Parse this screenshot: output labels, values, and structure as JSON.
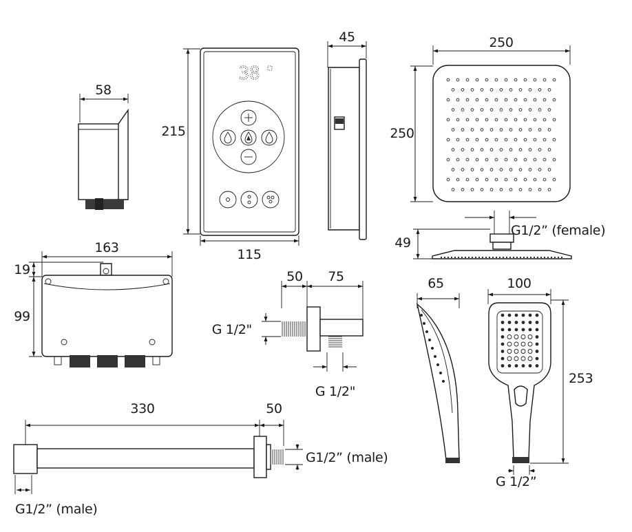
{
  "dimensions": {
    "box_width": "58",
    "panel_height": "215",
    "panel_width": "115",
    "panel_depth": "45",
    "head_width": "250",
    "head_length": "250",
    "head_height": "49",
    "head_connection": "G1/2” (female)",
    "valve_width": "163",
    "valve_top": "19",
    "valve_height": "99",
    "elbow_depth": "50",
    "elbow_length": "75",
    "elbow_thread_left": "G 1/2\"",
    "elbow_thread_bottom": "G 1/2\"",
    "arm_length": "330",
    "arm_flange": "50",
    "arm_thread_right": "G1/2” (male)",
    "arm_thread_left": "G1/2” (male)",
    "handset_depth": "65",
    "handset_width": "100",
    "handset_length": "253",
    "handset_connection": "G 1/2”"
  },
  "display": {
    "temperature": "38"
  }
}
